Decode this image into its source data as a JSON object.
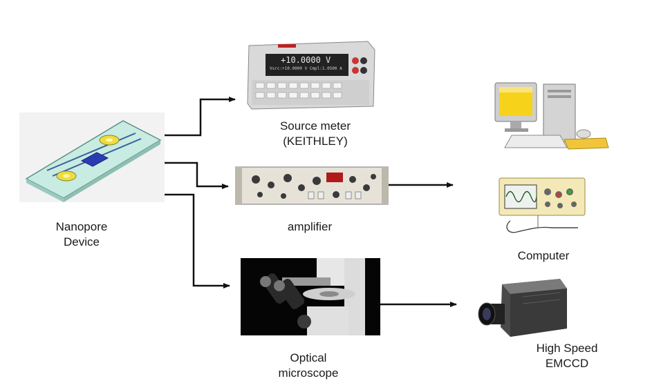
{
  "nodes": {
    "nanopore": {
      "line1": "Nanopore",
      "line2": "Device"
    },
    "source_meter": {
      "line1": "Source meter",
      "line2": "(KEITHLEY)",
      "display_main": "+10.0000 V",
      "display_sub": "Vsrc:+10.0000 V   Cmpl:1.0500 A"
    },
    "amplifier": {
      "label": "amplifier"
    },
    "microscope": {
      "line1": "Optical",
      "line2": "microscope"
    },
    "computer": {
      "label": "Computer"
    },
    "camera": {
      "line1": "High Speed",
      "line2": "EMCCD"
    }
  },
  "edges": [
    {
      "from": "nanopore",
      "to": "source_meter",
      "style": "solid"
    },
    {
      "from": "nanopore",
      "to": "amplifier",
      "style": "solid"
    },
    {
      "from": "nanopore",
      "to": "microscope",
      "style": "solid"
    },
    {
      "from": "amplifier",
      "to": "computer",
      "style": "solid"
    },
    {
      "from": "microscope",
      "to": "camera",
      "style": "solid"
    }
  ],
  "colors": {
    "line": "#111111",
    "chip": "#b9e3d8",
    "screen": "#f7d21a",
    "scope_panel": "#f3e9b8"
  }
}
